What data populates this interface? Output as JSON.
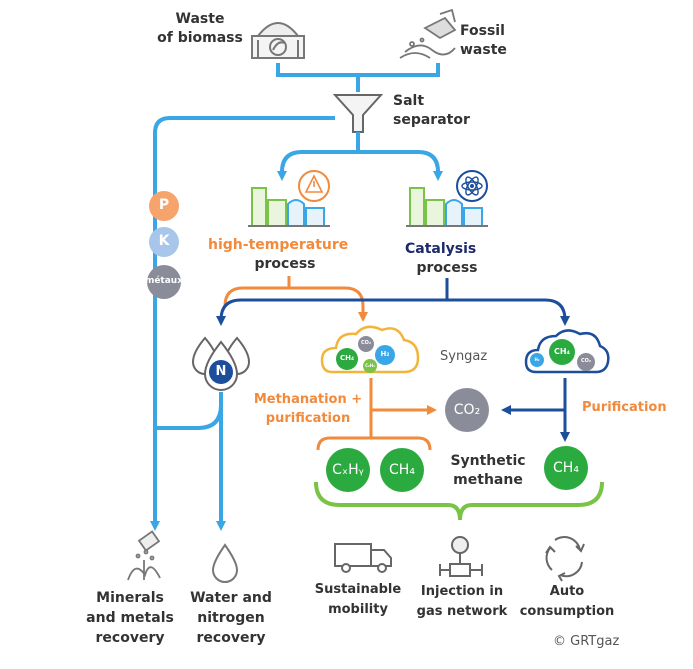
{
  "inputs": {
    "biomass": "Waste\nof biomass",
    "fossil": "Fossil\nwaste"
  },
  "separator": "Salt\nseparator",
  "elements": {
    "p": "P",
    "k": "K",
    "metals": "métaux",
    "n": "N"
  },
  "processes": {
    "high_temp": "high-temperature",
    "high_temp_sub": "process",
    "catalysis": "Catalysis",
    "catalysis_sub": "process"
  },
  "syngaz": {
    "label": "Syngaz",
    "molecules_left": [
      "CO₂",
      "CH₄",
      "H₂",
      "C₂H₄"
    ],
    "molecules_right": [
      "CH₄",
      "H₂",
      "CO₂"
    ]
  },
  "steps": {
    "methanation": "Methanation +\npurification",
    "purification": "Purification",
    "co2": "CO₂"
  },
  "products": {
    "cxhy": "CₓHᵧ",
    "ch4": "CH₄",
    "synthetic_methane": "Synthetic\nmethane"
  },
  "outputs": {
    "minerals": "Minerals\nand metals\nrecovery",
    "water": "Water and\nnitrogen\nrecovery",
    "mobility": "Sustainable\nmobility",
    "injection": "Injection in\ngas network",
    "auto": "Auto\nconsumption"
  },
  "credit": "© GRTgaz",
  "colors": {
    "blue": "#3AA6E6",
    "orange": "#F28A3C",
    "navy": "#1C4E9B",
    "green": "#2BAA3F",
    "light_green": "#79C447",
    "gray_circle": "#8A8C99",
    "p_circle": "#F6A36C",
    "k_circle": "#A8C6EA"
  }
}
